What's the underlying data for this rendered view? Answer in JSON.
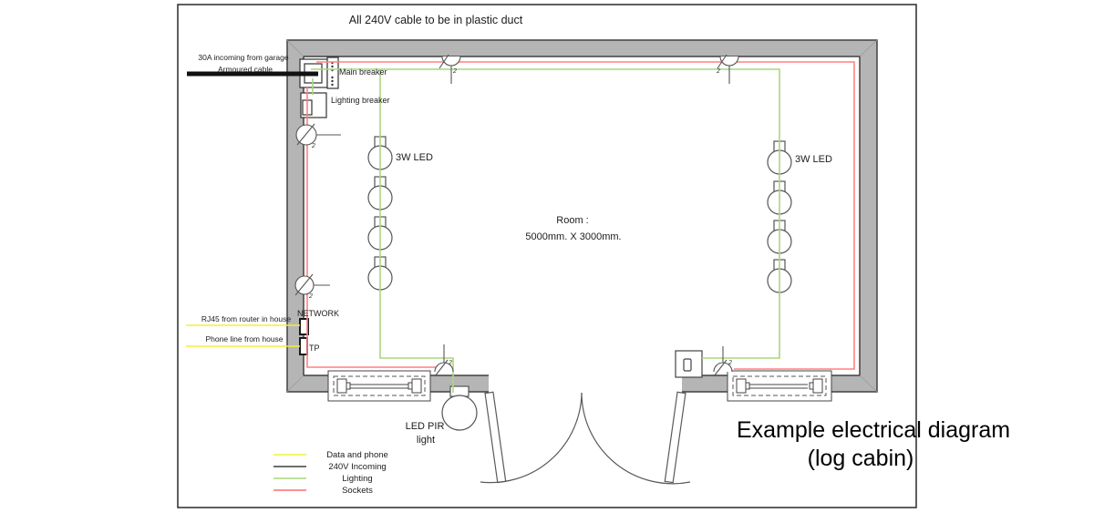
{
  "page": {
    "title": "All 240V cable to be in plastic duct"
  },
  "caption": {
    "line1": "Example electrical diagram",
    "line2": "(log cabin)"
  },
  "room": {
    "line1": "Room :",
    "line2": "5000mm. X 3000mm."
  },
  "incoming": {
    "line1": "30A incoming from garage",
    "line2": "Armoured cable"
  },
  "breakers": {
    "main": "Main breaker",
    "lighting": "Lighting breaker"
  },
  "leds": {
    "left_label": "3W LED",
    "right_label": "3W LED"
  },
  "pir": {
    "line1": "LED PIR",
    "line2": "light"
  },
  "network": {
    "label": "NETWORK",
    "tp_label": "TP",
    "rj45_note": "RJ45 from router in house",
    "phone_note": "Phone line from house"
  },
  "sockets": {
    "badge": "2"
  },
  "legend": {
    "items": [
      {
        "label": "Data and phone",
        "color": "#f1ef3e"
      },
      {
        "label": "240V Incoming",
        "color": "#6e6e6e"
      },
      {
        "label": "Lighting",
        "color": "#a9d77c"
      },
      {
        "label": "Sockets",
        "color": "#ff6b6b"
      }
    ]
  },
  "colors": {
    "sockets_circuit": "#ff8080",
    "lighting_circuit": "#a9d77c",
    "data_circuit": "#f1ef3e",
    "incoming_cable": "#111111",
    "wall_fill": "#b5b5b5",
    "wall_stroke": "#404040"
  }
}
